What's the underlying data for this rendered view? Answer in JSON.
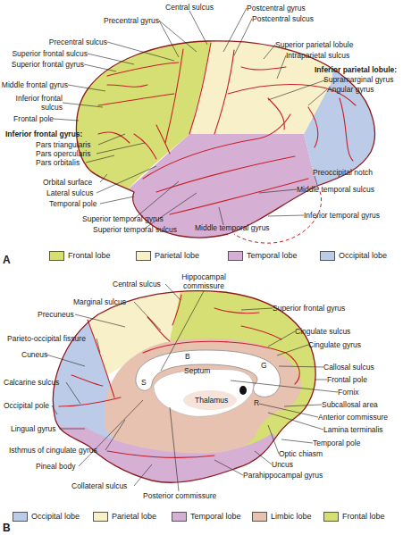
{
  "diagram": {
    "labels": [
      "Central sulcus",
      "Postcentral gyrus",
      "Postcentral sulcus",
      "Precentral gyrus",
      "Precentral sulcus",
      "Superior parietal lobule",
      "Superior frontal sulcus",
      "Intraparietal sulcus",
      "Superior frontal gyrus",
      "Inferior parietal lobule:",
      "Supramarginal gyrus",
      "Middle frontal gyrus",
      "Angular gyrus",
      "Inferior frontal sulcus",
      "Frontal pole",
      "Inferior frontal gyrus:",
      "Pars triangularis",
      "Pars opercularis",
      "Pars orbitalis",
      "Preoccipital notch",
      "Orbital surface",
      "Middle temporal sulcus",
      "Lateral sulcus",
      "Temporal pole",
      "Inferior temporal gyrus",
      "Superior temporal gyrus",
      "Superior temporal sulcus",
      "Middle temporal gyrus",
      "A",
      "Central sulcus",
      "Hippocampal commissure",
      "Marginal sulcus",
      "Superior frontal gyrus",
      "Precuneus",
      "Cingulate sulcus",
      "Parieto-occipital fissure",
      "Cingulate gyrus",
      "Cuneus",
      "B",
      "Callosal sulcus",
      "Septum",
      "G",
      "Frontal pole",
      "Calcarine sulcus",
      "S",
      "Fornix",
      "Thalamus",
      "R",
      "Occipital pole",
      "Subcallosal area",
      "Anterior commissure",
      "Lingual gyrus",
      "Lamina terminalis",
      "Temporal pole",
      "Isthmus of cingulate gyrus",
      "Optic chiasm",
      "Uncus",
      "Pineal body",
      "Parahippocampal gyrus",
      "Collateral sulcus",
      "Posterior commissure",
      "B"
    ],
    "legend": [
      {
        "text": "Frontal lobe",
        "color": "#d5df73"
      },
      {
        "text": "Parietal lobe",
        "color": "#f8f0c8"
      },
      {
        "text": "Temporal lobe",
        "color": "#d6b0d4"
      },
      {
        "text": "Occipital lobe",
        "color": "#bccbe8"
      },
      {
        "text": "Occipital lobe",
        "color": "#bccbe8"
      },
      {
        "text": "Parietal lobe",
        "color": "#f8f0c8"
      },
      {
        "text": "Temporal lobe",
        "color": "#d6b0d4"
      },
      {
        "text": "Limbic lobe",
        "color": "#e8c2b0"
      },
      {
        "text": "Frontal lobe",
        "color": "#d5df73"
      }
    ]
  }
}
